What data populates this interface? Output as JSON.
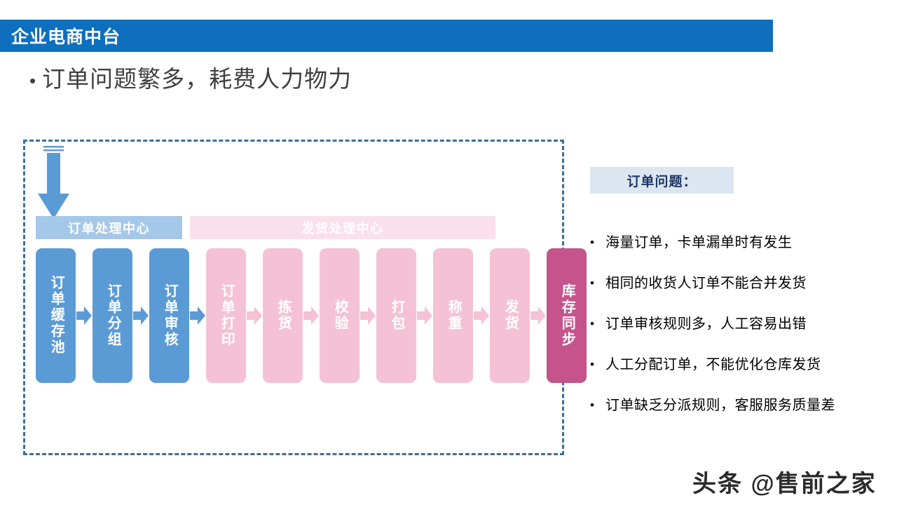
{
  "title_bar": {
    "title": "企业电商中台",
    "background_color": "#0F6FBF"
  },
  "heading": {
    "bullet": "•",
    "text": "订单问题繁多，耗费人力物力"
  },
  "diagram": {
    "border_color": "#3E6E96",
    "inflow_arrow_color": "#5B9BD5",
    "bands": [
      {
        "label": "订单处理中心",
        "color": "#A5C8E8"
      },
      {
        "label": "发货处理中心",
        "color": "#FAE0EA"
      }
    ],
    "steps": [
      {
        "label": "订单缓存池",
        "style": "blue",
        "color": "#5B9BD5"
      },
      {
        "label": "订单分组",
        "style": "blue",
        "color": "#5B9BD5"
      },
      {
        "label": "订单审核",
        "style": "blue",
        "color": "#5B9BD5"
      },
      {
        "label": "订单打印",
        "style": "pink",
        "color": "#F4C2D4"
      },
      {
        "label": "拣货",
        "style": "pink",
        "color": "#F4C2D4"
      },
      {
        "label": "校验",
        "style": "pink",
        "color": "#F4C2D4"
      },
      {
        "label": "打包",
        "style": "pink",
        "color": "#F4C2D4"
      },
      {
        "label": "称重",
        "style": "pink",
        "color": "#F4C2D4"
      },
      {
        "label": "发货",
        "style": "pink",
        "color": "#F4C2D4"
      },
      {
        "label": "库存同步",
        "style": "magenta",
        "color": "#C4548B"
      }
    ]
  },
  "issues_panel": {
    "header": "订单问题：",
    "header_color": "#DCE6F1",
    "bullet": "•",
    "items": [
      "海量订单，卡单漏单时有发生",
      "相同的收货人订单不能合并发货",
      "订单审核规则多，人工容易出错",
      "人工分配订单，不能优化仓库发货",
      "订单缺乏分派规则，客服服务质量差"
    ]
  },
  "watermark": {
    "text": "头条 @售前之家"
  }
}
